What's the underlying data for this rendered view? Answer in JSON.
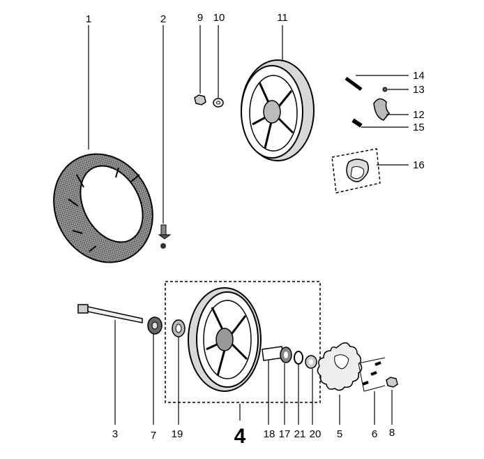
{
  "callouts": {
    "c1": "1",
    "c2": "2",
    "c3": "3",
    "c4": "4",
    "c5": "5",
    "c6": "6",
    "c7": "7",
    "c8": "8",
    "c9": "9",
    "c10": "10",
    "c11": "11",
    "c12": "12",
    "c13": "13",
    "c14": "14",
    "c15": "15",
    "c16": "16",
    "c17": "17",
    "c18": "18",
    "c19": "19",
    "c20": "20",
    "c21": "21"
  },
  "colors": {
    "ink": "#000000",
    "background": "#ffffff",
    "tire_fill": "#7a7a7a",
    "rim_shade": "#d8d8d8"
  }
}
